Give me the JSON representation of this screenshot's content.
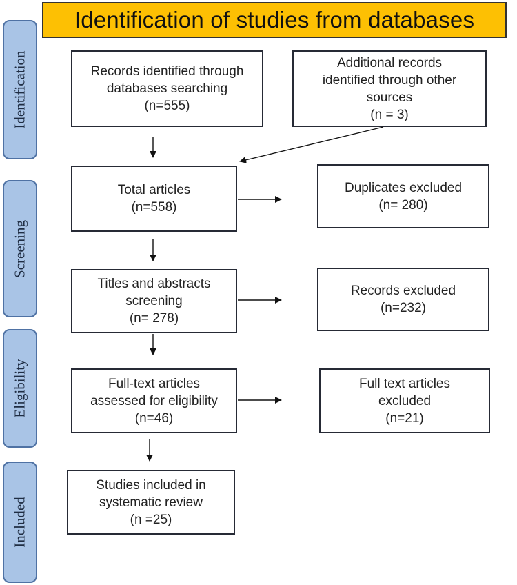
{
  "header": {
    "title": "Identification of studies from databases"
  },
  "stages": [
    {
      "id": "identification",
      "label": "Identification"
    },
    {
      "id": "screening",
      "label": "Screening"
    },
    {
      "id": "eligibility",
      "label": "Eligibility"
    },
    {
      "id": "included",
      "label": "Included"
    }
  ],
  "boxes": {
    "records_databases": {
      "lines": [
        "Records identified through",
        "databases searching",
        "(n=555)"
      ]
    },
    "additional_records": {
      "lines": [
        "Additional records",
        "identified through other",
        "sources",
        "(n = 3)"
      ]
    },
    "total_articles": {
      "lines": [
        "Total articles",
        "(n=558)"
      ]
    },
    "duplicates_excluded": {
      "lines": [
        "Duplicates excluded",
        "(n= 280)"
      ]
    },
    "titles_abstracts": {
      "lines": [
        "Titles and abstracts",
        "screening",
        "(n= 278)"
      ]
    },
    "records_excluded": {
      "lines": [
        "Records excluded",
        "(n=232)"
      ]
    },
    "full_text_assessed": {
      "lines": [
        "Full-text articles",
        "assessed for eligibility",
        "(n=46)"
      ]
    },
    "full_text_excluded": {
      "lines": [
        "Full text articles",
        "excluded",
        "(n=21)"
      ]
    },
    "studies_included": {
      "lines": [
        "Studies included in",
        "systematic review",
        "(n =25)"
      ]
    }
  },
  "colors": {
    "header_fill": "#fdc003",
    "stage_fill": "#a9c4e6",
    "stage_border": "#4f72a4",
    "box_border": "#262a35"
  }
}
